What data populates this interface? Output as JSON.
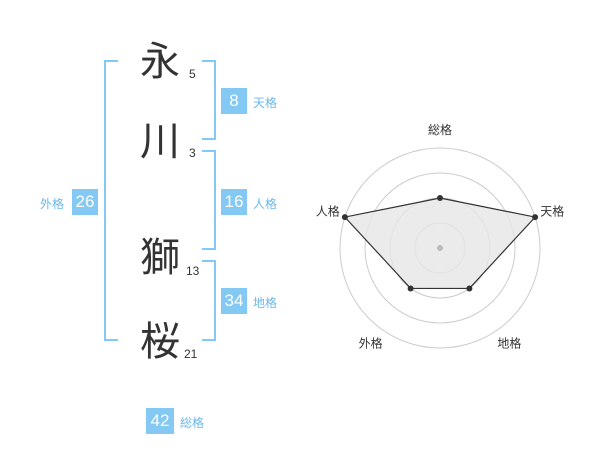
{
  "name": {
    "chars": [
      {
        "char": "永",
        "strokes": "5"
      },
      {
        "char": "川",
        "strokes": "3"
      },
      {
        "char": "獅",
        "strokes": "13"
      },
      {
        "char": "桜",
        "strokes": "21"
      }
    ]
  },
  "kaku": {
    "tenkaku": {
      "value": "8",
      "label": "天格"
    },
    "jinkaku": {
      "value": "16",
      "label": "人格"
    },
    "chikaku": {
      "value": "34",
      "label": "地格"
    },
    "gaikaku": {
      "value": "26",
      "label": "外格"
    },
    "soukaku": {
      "value": "42",
      "label": "総格"
    }
  },
  "radar": {
    "axes": [
      "総格",
      "天格",
      "地格",
      "外格",
      "人格"
    ],
    "levels": 4,
    "values": [
      2,
      4,
      2,
      2,
      4
    ],
    "colors": {
      "ring": "#cccccc",
      "fill": "#e6e6e6",
      "line": "#333333",
      "center": "#bbbbbb"
    }
  }
}
